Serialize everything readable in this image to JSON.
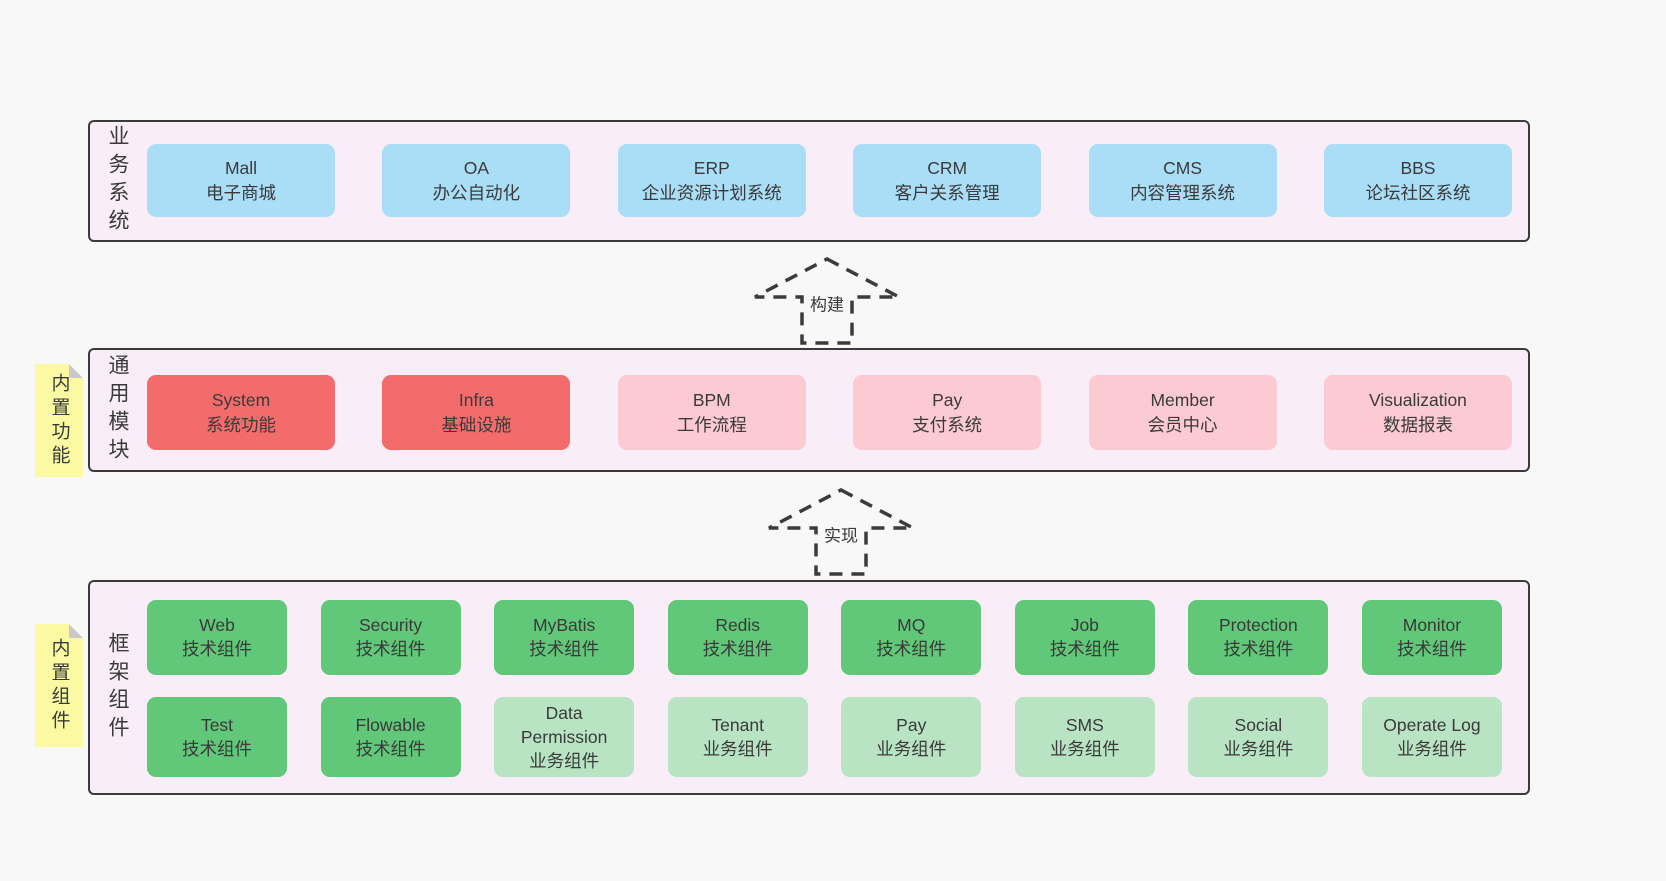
{
  "colors": {
    "bg": "#f8f8f8",
    "panel": "#f9eef7",
    "border": "#3b3b3b",
    "blue": "#aadef7",
    "red": "#f46b6b",
    "pink": "#fbcad3",
    "green": "#60c878",
    "green-light": "#b9e4c3",
    "sticky": "#fbfaa2",
    "fold": "#c9c9c9",
    "text": "#3a3a3a"
  },
  "diagram": {
    "arrows": [
      {
        "label": "构建"
      },
      {
        "label": "实现"
      }
    ],
    "layers": [
      {
        "label": "业务系统",
        "boxes": [
          {
            "title": "Mall",
            "subtitle": "电子商城"
          },
          {
            "title": "OA",
            "subtitle": "办公自动化"
          },
          {
            "title": "ERP",
            "subtitle": "企业资源计划系统"
          },
          {
            "title": "CRM",
            "subtitle": "客户关系管理"
          },
          {
            "title": "CMS",
            "subtitle": "内容管理系统"
          },
          {
            "title": "BBS",
            "subtitle": "论坛社区系统"
          }
        ]
      },
      {
        "label": "通用模块",
        "note": "内置功能",
        "boxes": [
          {
            "title": "System",
            "subtitle": "系统功能"
          },
          {
            "title": "Infra",
            "subtitle": "基础设施"
          },
          {
            "title": "BPM",
            "subtitle": "工作流程"
          },
          {
            "title": "Pay",
            "subtitle": "支付系统"
          },
          {
            "title": "Member",
            "subtitle": "会员中心"
          },
          {
            "title": "Visualization",
            "subtitle": "数据报表"
          }
        ]
      },
      {
        "label": "框架组件",
        "note": "内置组件",
        "boxes": [
          {
            "title": "Web",
            "subtitle": "技术组件"
          },
          {
            "title": "Security",
            "subtitle": "技术组件"
          },
          {
            "title": "MyBatis",
            "subtitle": "技术组件"
          },
          {
            "title": "Redis",
            "subtitle": "技术组件"
          },
          {
            "title": "MQ",
            "subtitle": "技术组件"
          },
          {
            "title": "Job",
            "subtitle": "技术组件"
          },
          {
            "title": "Protection",
            "subtitle": "技术组件"
          },
          {
            "title": "Monitor",
            "subtitle": "技术组件"
          },
          {
            "title": "Test",
            "subtitle": "技术组件"
          },
          {
            "title": "Flowable",
            "subtitle": "技术组件"
          },
          {
            "title": "Data Permission",
            "subtitle": "业务组件"
          },
          {
            "title": "Tenant",
            "subtitle": "业务组件"
          },
          {
            "title": "Pay",
            "subtitle": "业务组件"
          },
          {
            "title": "SMS",
            "subtitle": "业务组件"
          },
          {
            "title": "Social",
            "subtitle": "业务组件"
          },
          {
            "title": "Operate Log",
            "subtitle": "业务组件"
          }
        ]
      }
    ]
  }
}
